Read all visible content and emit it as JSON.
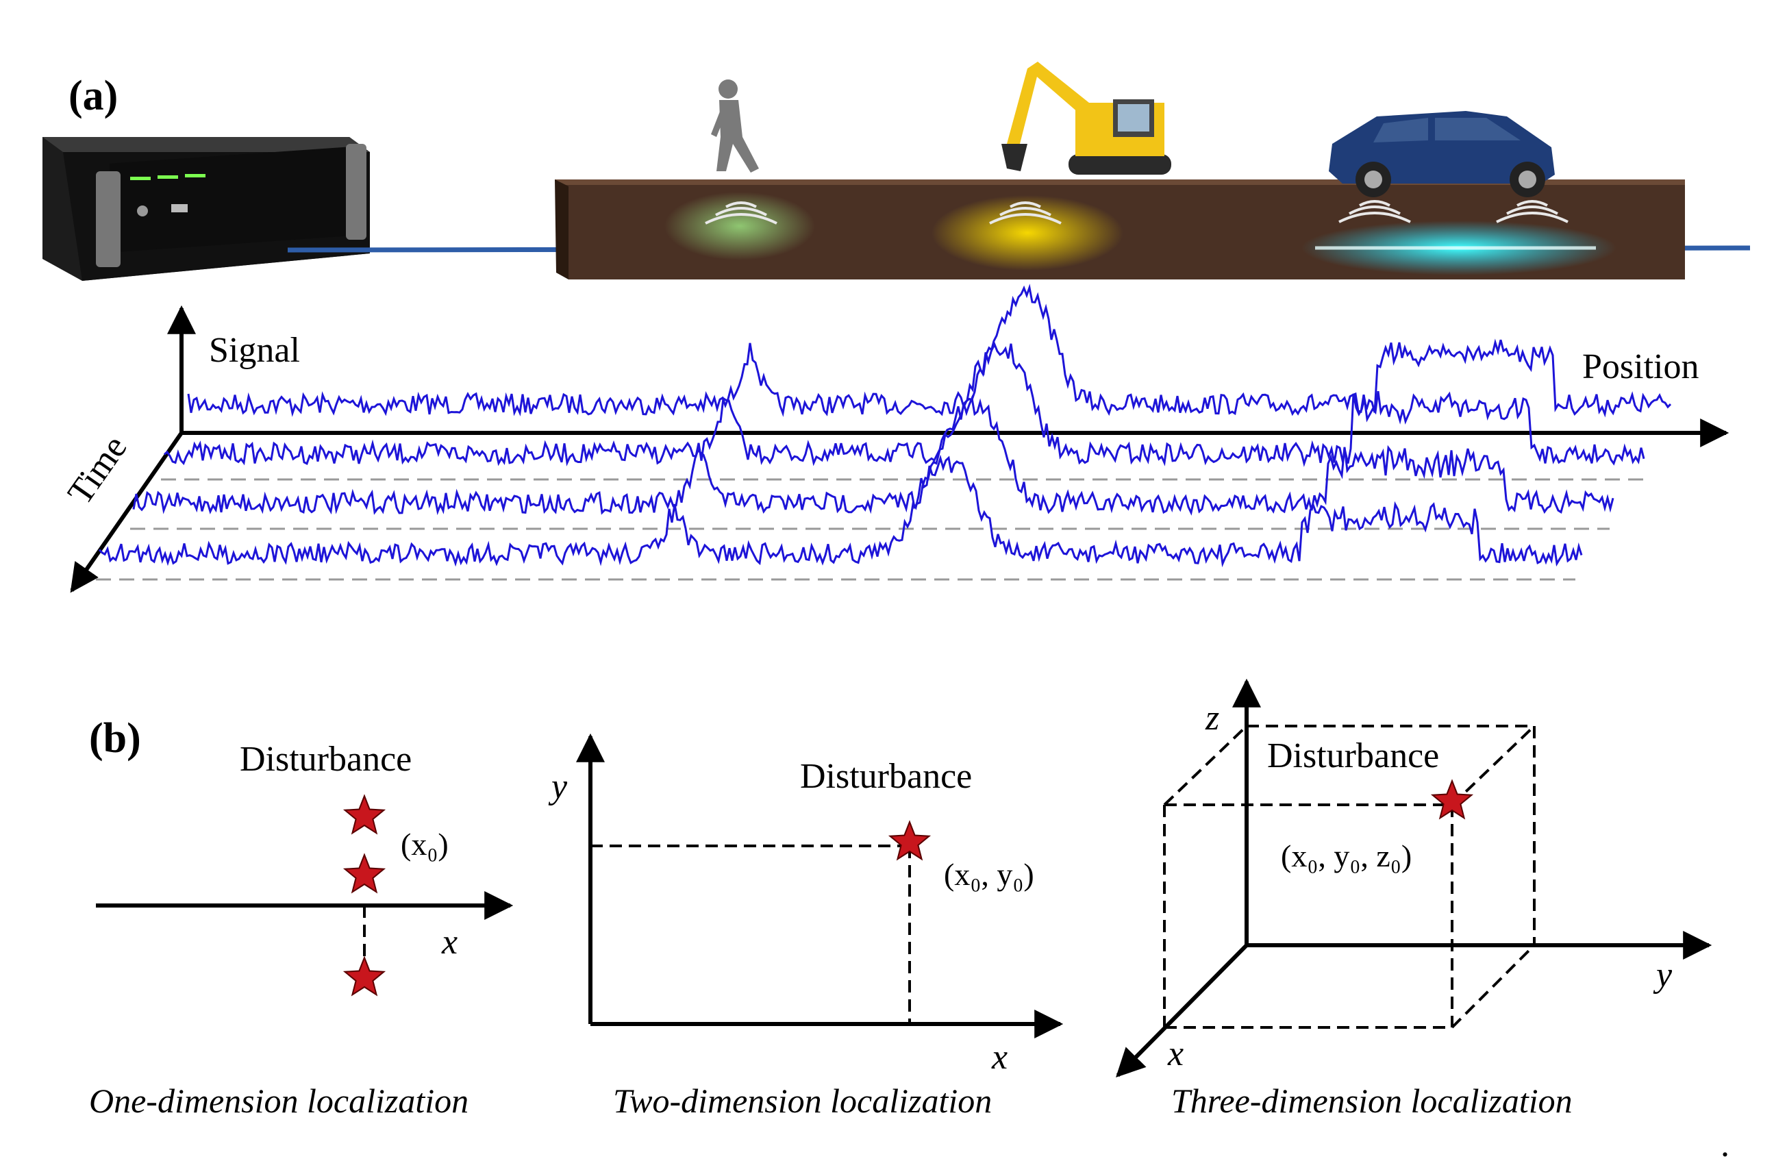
{
  "panel_a": {
    "label": "(a)",
    "signal_label": "Signal",
    "position_label": "Position",
    "time_label": "Time",
    "sources": [
      {
        "name": "pedestrian",
        "icon": "walking-person-icon",
        "glow_color": "#8fcf7a"
      },
      {
        "name": "excavator",
        "icon": "excavator-icon",
        "glow_color": "#f2d200"
      },
      {
        "name": "car",
        "icon": "suv-car-icon",
        "glow_color": "#2ee6ff"
      }
    ],
    "fiber_color": "#2e5da8",
    "trace_color": "#1d14d8",
    "trace_count": 4
  },
  "panel_b": {
    "label": "(b)",
    "one_d": {
      "title": "Disturbance",
      "coord_label": "(x₀)",
      "axis_x": "x",
      "caption": "One-dimension localization"
    },
    "two_d": {
      "title": "Disturbance",
      "coord_label": "(x₀, y₀)",
      "axis_x": "x",
      "axis_y": "y",
      "caption": "Two-dimension localization"
    },
    "three_d": {
      "title": "Disturbance",
      "coord_label": "(x₀, y₀, z₀)",
      "axis_x": "x",
      "axis_y": "y",
      "axis_z": "z",
      "caption": "Three-dimension localization"
    },
    "star_color": "#c8161d"
  },
  "trailing_mark": "."
}
